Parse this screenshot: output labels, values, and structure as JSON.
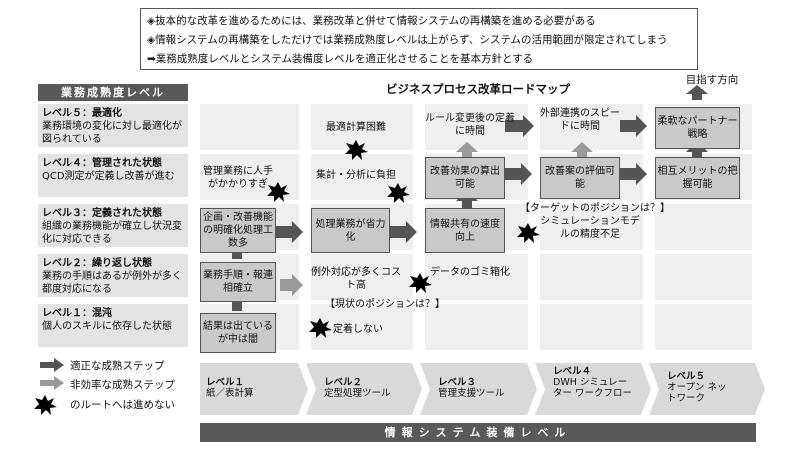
{
  "notes": [
    "◈抜本的な改革を進めるためには、業務改革と併せて情報システムの再構築を進める必要がある",
    "◈情報システムの再構築をしただけでは業務成熟度レベルは上がらず、システムの活用範囲が限定されてしまう",
    "➡業務成熟度レベルとシステム装備度レベルを適正化させることを基本方針とする"
  ],
  "left_title": "業務成熟度レベル",
  "roadmap_title": "ビジネスプロセス改革ロードマップ",
  "direction_label": "目指す方向",
  "maturity_levels": [
    {
      "title": "レベル５：最適化",
      "desc": "業務環境の変化に対し最適化が図られている"
    },
    {
      "title": "レベル４：管理された状態",
      "desc": "QCD測定が定義し改善が進む"
    },
    {
      "title": "レベル３：定義された状態",
      "desc": "組織の業務機能が確立し状況変化に対応できる"
    },
    {
      "title": "レベル２：繰り返し状態",
      "desc": "業務の手順はあるが例外が多く都度対応になる"
    },
    {
      "title": "レベル１：混沌",
      "desc": "個人のスキルに依存した状態"
    }
  ],
  "boxes": {
    "l1_result": "結果は出ているが中は闇",
    "l2_procedure": "業務手順・報連相確立",
    "l3_planning": "企画・改善機能の明確化処理工数多",
    "l3_labor": "処理業務が省力化",
    "l3_share": "情報共有の速度向上",
    "l4_effect": "改善効果の算出可能",
    "l4_eval": "改善案の評価可能",
    "l4_mutual": "相互メリットの把握可能",
    "l5_flex": "柔軟なパートナー戦略"
  },
  "texts": {
    "l4_mgmt": "管理業務に人手がかかりすぎ",
    "l5_optcalc": "最適計算困難",
    "l4_aggregate": "集計・分析に負担",
    "l5_rule": "ルール変更後の定着に時間",
    "l5_external": "外部連携のスピードに時間",
    "l2_exception": "例外対応が多くコスト高",
    "l2_data": "データのゴミ箱化",
    "l3_sim": "シミュレーションモデルの精度不足",
    "l1_nofix": "定着しない",
    "current_position": "【現状のポジションは？】",
    "target_position": "【ターゲットのポジションは？】"
  },
  "legend": {
    "proper": "適正な成熟ステップ",
    "inefficient": "非効率な成熟ステップ",
    "blocked": "のルートへは進めない"
  },
  "system_levels": [
    {
      "title": "レベル１",
      "desc": "紙／表計算"
    },
    {
      "title": "レベル２",
      "desc": "定型処理ツール"
    },
    {
      "title": "レベル３",
      "desc": "管理支援ツール"
    },
    {
      "title": "レベル４",
      "desc": "DWH シミュレーター ワークフロー"
    },
    {
      "title": "レベル５",
      "desc": "オープン ネットワーク"
    }
  ],
  "bottom_title": "情報システム装備レベル",
  "colors": {
    "box_fill": "#c9c9c9",
    "cell_fill": "#efefef",
    "dark_bar": "#595959",
    "arrow_dark": "#555555",
    "arrow_light": "#9a9a9a"
  }
}
